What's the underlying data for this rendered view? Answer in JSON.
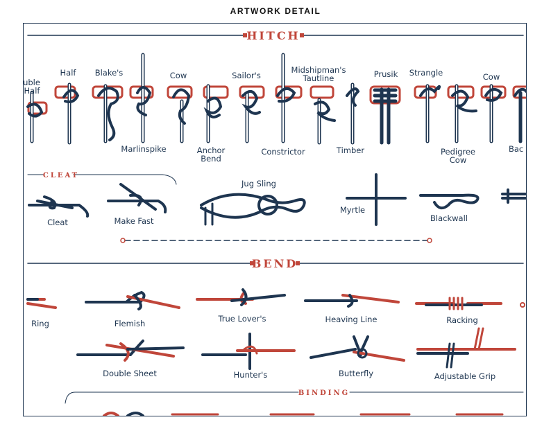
{
  "header": {
    "title": "ARTWORK DETAIL"
  },
  "colors": {
    "navy": "#1e3550",
    "red": "#c0463a"
  },
  "sections": {
    "hitch": "HITCH",
    "cleat": "CLEAT",
    "bend": "BEND",
    "binding": "BINDING"
  },
  "hitch_top_labels": [
    {
      "l1": "ouble",
      "l2": "Half"
    },
    {
      "l1": "Half"
    },
    {
      "l1": "Blake's"
    },
    {
      "l1": "Cow"
    },
    {
      "l1": "Sailor's"
    },
    {
      "l1": "Midshipman's",
      "l2": "Tautline"
    },
    {
      "l1": "Prusik"
    },
    {
      "l1": "Strangle"
    },
    {
      "l1": "Cow"
    }
  ],
  "hitch_bottom_labels": [
    {
      "l1": "Marlinspike"
    },
    {
      "l1": "Anchor",
      "l2": "Bend"
    },
    {
      "l1": "Constrictor"
    },
    {
      "l1": "Timber"
    },
    {
      "l1": "Pedigree",
      "l2": "Cow"
    },
    {
      "l1": "Bac"
    }
  ],
  "cleat_labels": [
    "Cleat",
    "Make Fast",
    "Jug Sling",
    "Myrtle",
    "Blackwall"
  ],
  "bend_labels": [
    "Ring",
    "Flemish",
    "True Lover's",
    "Heaving Line",
    "Racking",
    "Double Sheet",
    "Hunter's",
    "Butterfly",
    "Adjustable Grip"
  ]
}
